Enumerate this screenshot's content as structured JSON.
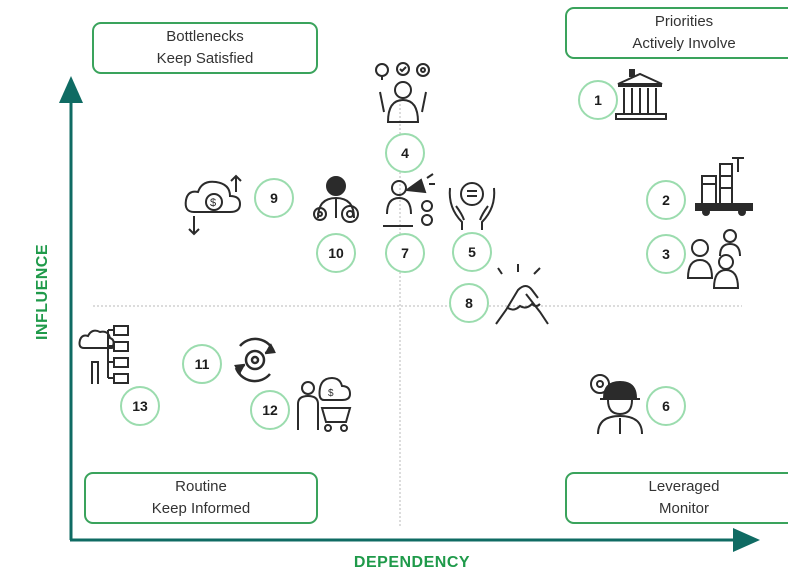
{
  "axes": {
    "x_label": "DEPENDENCY",
    "y_label": "INFLUENCE"
  },
  "quadrants": {
    "top_left": {
      "title": "Bottlenecks",
      "subtitle": "Keep Satisfied"
    },
    "top_right": {
      "title": "Priorities",
      "subtitle": "Actively Involve"
    },
    "bottom_left": {
      "title": "Routine",
      "subtitle": "Keep Informed"
    },
    "bottom_right": {
      "title": "Leveraged",
      "subtitle": "Monitor"
    }
  },
  "stakeholders": [
    {
      "number": "1",
      "icon": "government-building-icon"
    },
    {
      "number": "2",
      "icon": "industrial-plant-icon"
    },
    {
      "number": "3",
      "icon": "community-people-icon"
    },
    {
      "number": "4",
      "icon": "innovator-ideas-icon"
    },
    {
      "number": "5",
      "icon": "caring-hands-icon"
    },
    {
      "number": "6",
      "icon": "engineer-helmet-icon"
    },
    {
      "number": "7",
      "icon": "marketer-megaphone-icon"
    },
    {
      "number": "8",
      "icon": "handshake-icon"
    },
    {
      "number": "9",
      "icon": "cloud-finance-icon"
    },
    {
      "number": "10",
      "icon": "manager-gears-icon"
    },
    {
      "number": "11",
      "icon": "process-cycle-gear-icon"
    },
    {
      "number": "12",
      "icon": "investor-cart-icon"
    },
    {
      "number": "13",
      "icon": "cloud-network-user-icon"
    }
  ],
  "colors": {
    "axis": "#0f6b63",
    "axis_label": "#1f9a4a",
    "box_border": "#3aa35c",
    "node_border": "#9bdcae",
    "icon": "#2b2b2b",
    "divider": "#b9b9b9"
  }
}
